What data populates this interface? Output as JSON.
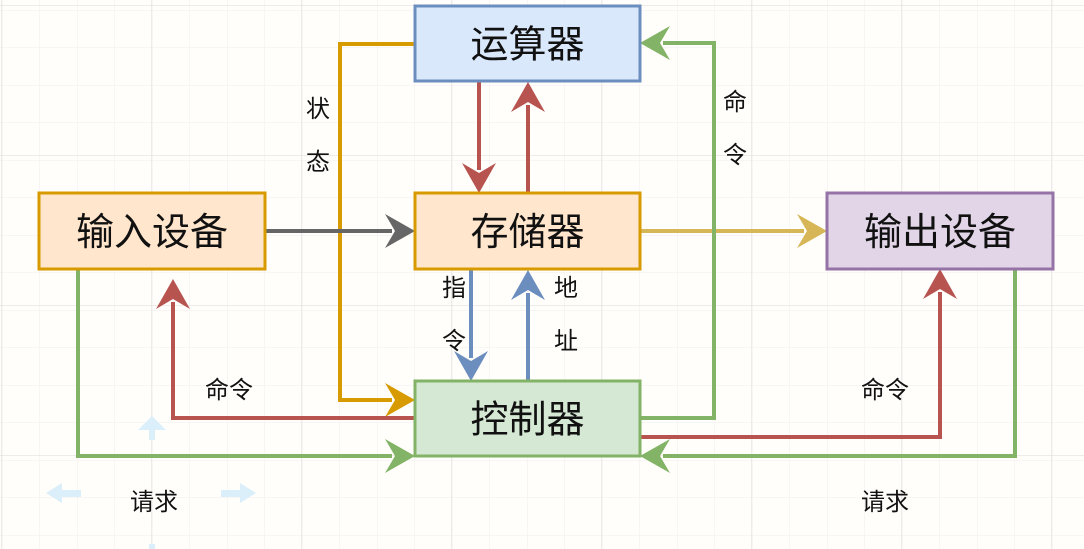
{
  "diagram": {
    "title": "",
    "nodes": [
      {
        "id": "alu",
        "label": "运算器",
        "fill": "#dae8fc",
        "stroke": "#6c8ebf"
      },
      {
        "id": "memory",
        "label": "存储器",
        "fill": "#ffe6cc",
        "stroke": "#d79b00"
      },
      {
        "id": "input",
        "label": "输入设备",
        "fill": "#ffe6cc",
        "stroke": "#d79b00"
      },
      {
        "id": "output",
        "label": "输出设备",
        "fill": "#e1d5e7",
        "stroke": "#9673a6"
      },
      {
        "id": "controller",
        "label": "控制器",
        "fill": "#d5e8d4",
        "stroke": "#82b366"
      }
    ],
    "edges": [
      {
        "id": "alu-to-controller-status",
        "from": "alu",
        "to": "controller",
        "color": "#d79b00",
        "label": "状态"
      },
      {
        "id": "input-to-memory",
        "from": "input",
        "to": "memory",
        "color": "#666666",
        "label": ""
      },
      {
        "id": "memory-to-output",
        "from": "memory",
        "to": "output",
        "color": "#d6b656",
        "label": ""
      },
      {
        "id": "alu-to-memory",
        "from": "alu",
        "to": "memory",
        "color": "#b85450",
        "label": ""
      },
      {
        "id": "memory-to-alu",
        "from": "memory",
        "to": "alu",
        "color": "#b85450",
        "label": ""
      },
      {
        "id": "memory-to-controller-instruction",
        "from": "memory",
        "to": "controller",
        "color": "#6c8ebf",
        "label": "指令"
      },
      {
        "id": "controller-to-memory-address",
        "from": "controller",
        "to": "memory",
        "color": "#6c8ebf",
        "label": "地址"
      },
      {
        "id": "controller-to-alu-command",
        "from": "controller",
        "to": "alu",
        "color": "#82b366",
        "label": "命令"
      },
      {
        "id": "controller-to-input-command",
        "from": "controller",
        "to": "input",
        "color": "#b85450",
        "label": "命令"
      },
      {
        "id": "input-to-controller-request",
        "from": "input",
        "to": "controller",
        "color": "#82b366",
        "label": "请求"
      },
      {
        "id": "controller-to-output-command",
        "from": "controller",
        "to": "output",
        "color": "#b85450",
        "label": "命令"
      },
      {
        "id": "output-to-controller-request",
        "from": "output",
        "to": "controller",
        "color": "#82b366",
        "label": "请求"
      }
    ],
    "edge_label_chars": {
      "status": [
        "状",
        "态"
      ],
      "alu_command": [
        "命",
        "令"
      ],
      "instruction": [
        "指",
        "令"
      ],
      "address": [
        "地",
        "址"
      ],
      "input_command": "命令",
      "input_request": "请求",
      "output_command": "命令",
      "output_request": "请求"
    }
  }
}
